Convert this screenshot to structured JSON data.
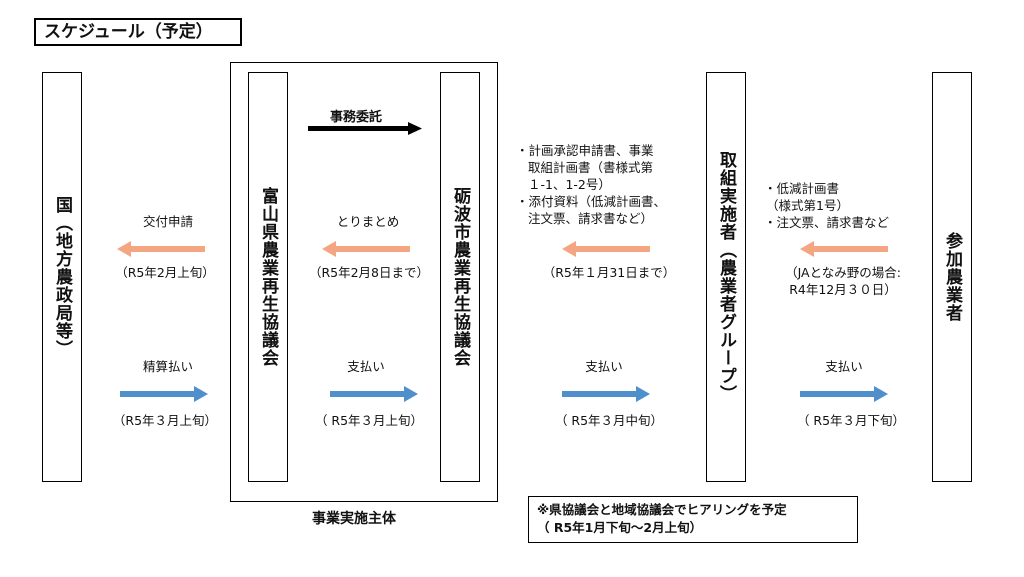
{
  "title": "スケジュール（予定）",
  "entities": {
    "kuni": "国（地方農政局等）",
    "toyama": "富山県農業再生協議会",
    "tonami": "砺波市農業再生協議会",
    "torikumi": "取組実施者（農業者グループ）",
    "sanka": "参加農業者"
  },
  "outer_label": "事業実施主体",
  "top_arrow_label": "事務委託",
  "flows_upper": [
    {
      "label": "交付申請",
      "date": "（R5年2月上旬）"
    },
    {
      "label": "とりまとめ",
      "date": "（R5年2月8日まで）"
    },
    {
      "lines": [
        "・計画承認申請書、事業",
        "取組計画書（書様式第",
        "１-1、1-2号）",
        "・添付資料（低減計画書、",
        "注文票、請求書など）"
      ],
      "date": "（R5年１月31日まで）"
    },
    {
      "lines": [
        "・低減計画書",
        "（様式第1号）",
        "・注文票、請求書など"
      ],
      "date_lines": [
        "（JAとなみ野の場合:",
        "R4年12月３０日）"
      ]
    }
  ],
  "flows_lower": [
    {
      "label": "精算払い",
      "date": "（R5年３月上旬）"
    },
    {
      "label": "支払い",
      "date": "（ R5年３月上旬）"
    },
    {
      "label": "支払い",
      "date": "（ R5年３月中旬）"
    },
    {
      "label": "支払い",
      "date": "（ R5年３月下旬）"
    }
  ],
  "note": {
    "line1": "※県協議会と地域協議会でヒアリングを予定",
    "line2": "（ R5年1月下旬～2月上旬）"
  },
  "colors": {
    "orange_arrow": "#f4a582",
    "blue_arrow": "#4f8fcc",
    "black_arrow": "#000000"
  }
}
